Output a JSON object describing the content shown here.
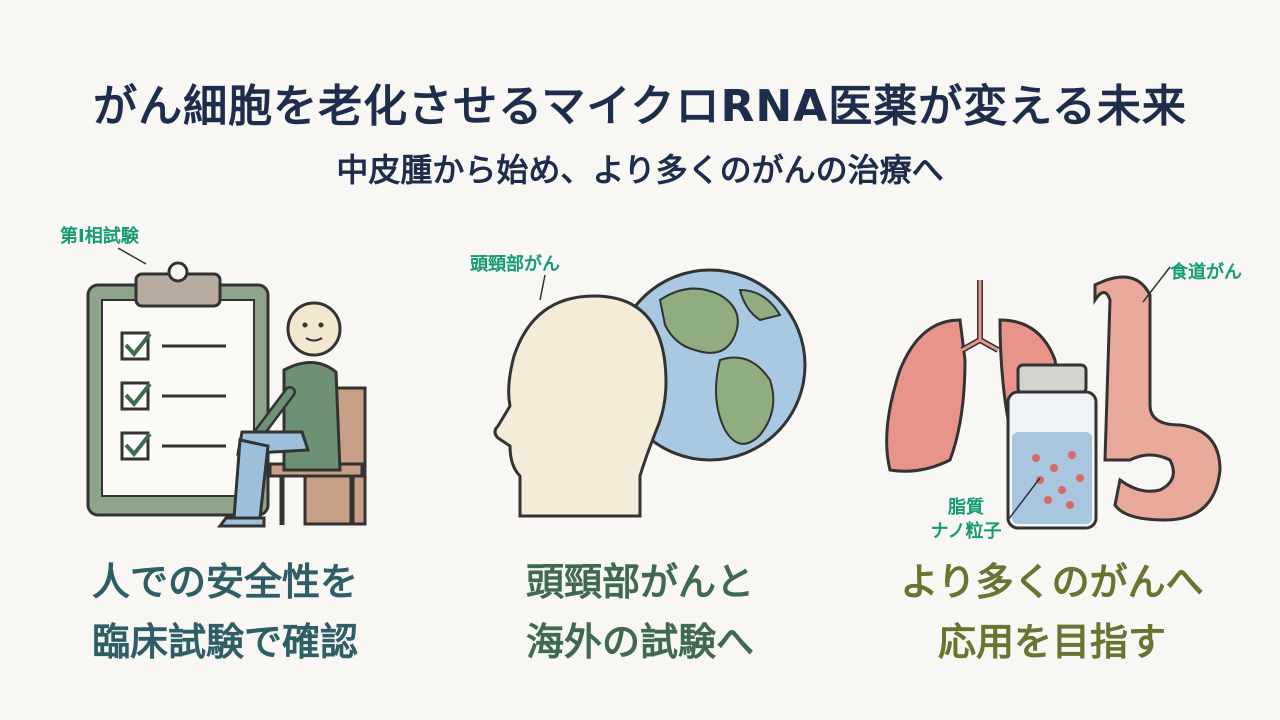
{
  "title": "がん細胞を老化させるマイクロRNA医薬が変える未来",
  "subtitle": "中皮腫から始め、より多くのがんの治療へ",
  "panels": [
    {
      "callout": "第I相試験",
      "caption_line1": "人での安全性を",
      "caption_line2": "臨床試験で確認"
    },
    {
      "callout": "頭頸部がん",
      "caption_line1": "頭頸部がんと",
      "caption_line2": "海外の試験へ"
    },
    {
      "callout_top": "食道がん",
      "callout_bottom_line1": "脂質",
      "callout_bottom_line2": "ナノ粒子",
      "caption_line1": "より多くのがんへ",
      "caption_line2": "応用を目指す"
    }
  ],
  "colors": {
    "title": "#1f2d4d",
    "callout": "#169c73",
    "caption1": "#2f5f66",
    "caption2": "#3f6a4f",
    "caption3": "#6a7330"
  },
  "icons": [
    "clipboard-checklist-icon",
    "seated-person-icon",
    "head-silhouette-icon",
    "globe-icon",
    "lungs-icon",
    "esophagus-stomach-icon",
    "vial-icon"
  ]
}
